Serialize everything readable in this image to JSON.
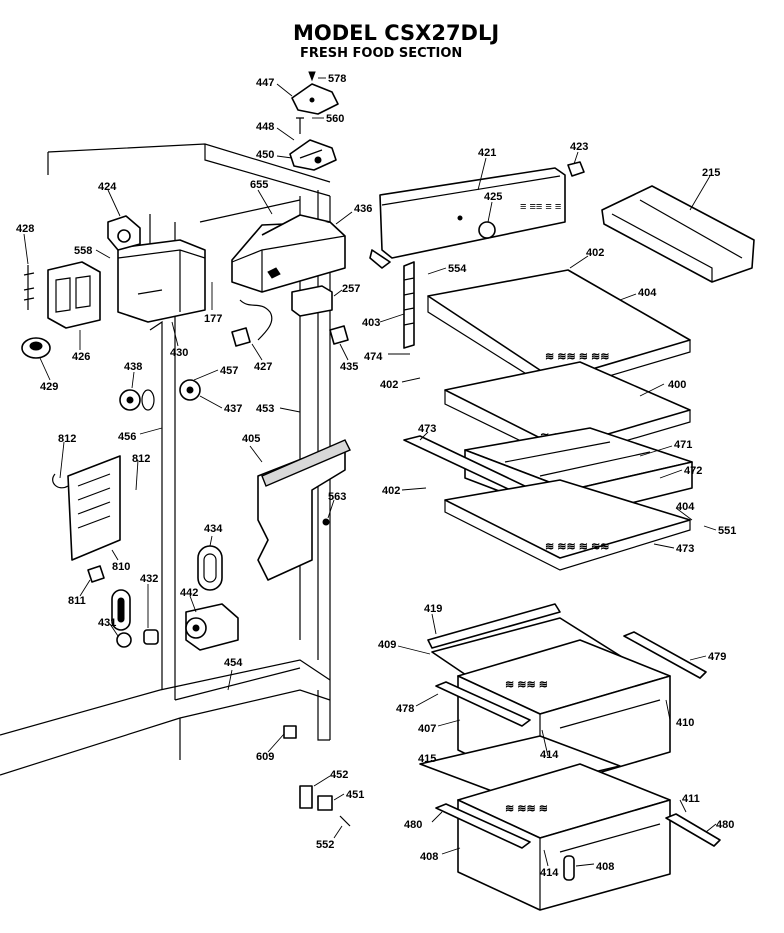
{
  "title": "MODEL CSX27DLJ",
  "subtitle": "FRESH FOOD SECTION",
  "parts": [
    {
      "id": "447",
      "text": "447"
    },
    {
      "id": "578",
      "text": "578"
    },
    {
      "id": "448",
      "text": "448"
    },
    {
      "id": "560",
      "text": "560"
    },
    {
      "id": "450",
      "text": "450"
    },
    {
      "id": "421",
      "text": "421"
    },
    {
      "id": "423",
      "text": "423"
    },
    {
      "id": "215",
      "text": "215"
    },
    {
      "id": "424",
      "text": "424"
    },
    {
      "id": "655",
      "text": "655"
    },
    {
      "id": "436",
      "text": "436"
    },
    {
      "id": "425",
      "text": "425"
    },
    {
      "id": "428",
      "text": "428"
    },
    {
      "id": "558",
      "text": "558"
    },
    {
      "id": "554",
      "text": "554"
    },
    {
      "id": "402a",
      "text": "402"
    },
    {
      "id": "404a",
      "text": "404"
    },
    {
      "id": "257",
      "text": "257"
    },
    {
      "id": "177",
      "text": "177"
    },
    {
      "id": "403",
      "text": "403"
    },
    {
      "id": "426",
      "text": "426"
    },
    {
      "id": "430",
      "text": "430"
    },
    {
      "id": "427",
      "text": "427"
    },
    {
      "id": "435",
      "text": "435"
    },
    {
      "id": "474",
      "text": "474"
    },
    {
      "id": "429",
      "text": "429"
    },
    {
      "id": "438",
      "text": "438"
    },
    {
      "id": "457",
      "text": "457"
    },
    {
      "id": "402b",
      "text": "402"
    },
    {
      "id": "400",
      "text": "400"
    },
    {
      "id": "437",
      "text": "437"
    },
    {
      "id": "453",
      "text": "453"
    },
    {
      "id": "812a",
      "text": "812"
    },
    {
      "id": "456",
      "text": "456"
    },
    {
      "id": "405",
      "text": "405"
    },
    {
      "id": "473a",
      "text": "473"
    },
    {
      "id": "471",
      "text": "471"
    },
    {
      "id": "812b",
      "text": "812"
    },
    {
      "id": "472",
      "text": "472"
    },
    {
      "id": "402c",
      "text": "402"
    },
    {
      "id": "563",
      "text": "563"
    },
    {
      "id": "404b",
      "text": "404"
    },
    {
      "id": "551",
      "text": "551"
    },
    {
      "id": "434",
      "text": "434"
    },
    {
      "id": "810",
      "text": "810"
    },
    {
      "id": "473b",
      "text": "473"
    },
    {
      "id": "811",
      "text": "811"
    },
    {
      "id": "432",
      "text": "432"
    },
    {
      "id": "442",
      "text": "442"
    },
    {
      "id": "431",
      "text": "431"
    },
    {
      "id": "419",
      "text": "419"
    },
    {
      "id": "409",
      "text": "409"
    },
    {
      "id": "479a",
      "text": "479"
    },
    {
      "id": "454",
      "text": "454"
    },
    {
      "id": "478",
      "text": "478"
    },
    {
      "id": "410",
      "text": "410"
    },
    {
      "id": "407",
      "text": "407"
    },
    {
      "id": "414a",
      "text": "414"
    },
    {
      "id": "609",
      "text": "609"
    },
    {
      "id": "415",
      "text": "415"
    },
    {
      "id": "452",
      "text": "452"
    },
    {
      "id": "451",
      "text": "451"
    },
    {
      "id": "411",
      "text": "411"
    },
    {
      "id": "480a",
      "text": "480"
    },
    {
      "id": "480b",
      "text": "480"
    },
    {
      "id": "552",
      "text": "552"
    },
    {
      "id": "408a",
      "text": "408"
    },
    {
      "id": "414b",
      "text": "414"
    },
    {
      "id": "408b",
      "text": "408"
    }
  ]
}
